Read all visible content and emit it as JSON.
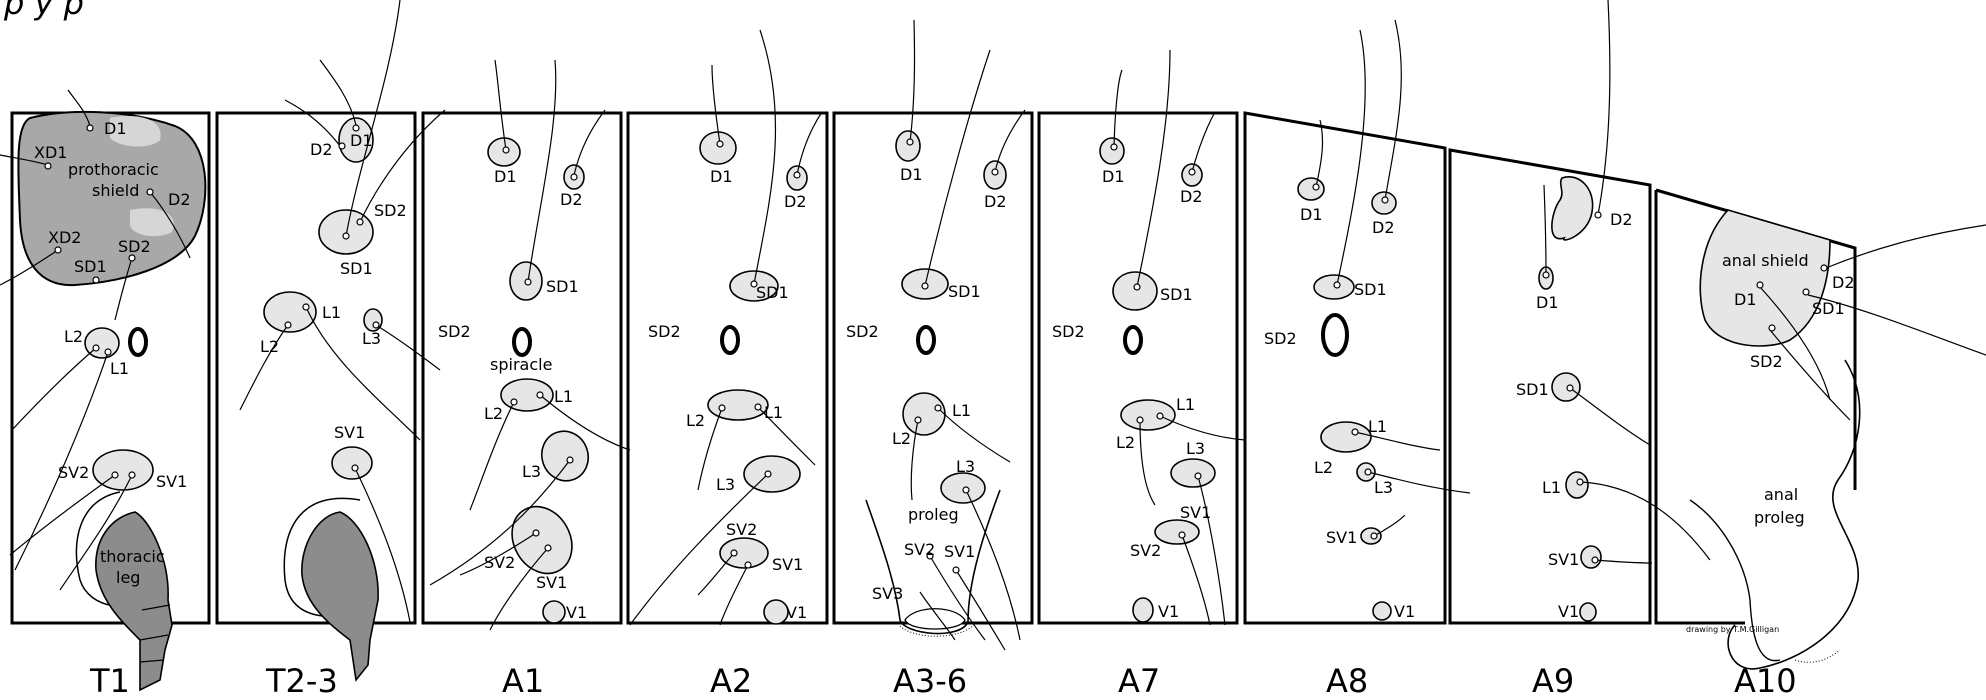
{
  "header_fragment": "p        y                         p",
  "segments": {
    "t1": "T1",
    "t23": "T2-3",
    "a1": "A1",
    "a2": "A2",
    "a36": "A3-6",
    "a7": "A7",
    "a8": "A8",
    "a9": "A9",
    "a10": "A10"
  },
  "labels": {
    "t1_d1": "D1",
    "t1_xd1": "XD1",
    "t1_shield": "prothoracic",
    "t1_shield2": "shield",
    "t1_d2": "D2",
    "t1_xd2": "XD2",
    "t1_sd2": "SD2",
    "t1_sd1": "SD1",
    "t1_l2": "L2",
    "t1_l1": "L1",
    "t1_sv2": "SV2",
    "t1_sv1": "SV1",
    "t1_leg1": "thoracic",
    "t1_leg2": "leg",
    "t23_d2": "D2",
    "t23_d1": "D1",
    "t23_sd2": "SD2",
    "t23_sd1": "SD1",
    "t23_l1": "L1",
    "t23_l2": "L2",
    "t23_l3": "L3",
    "t23_sv1": "SV1",
    "a1_d1": "D1",
    "a1_d2": "D2",
    "a1_sd1": "SD1",
    "a1_sd2": "SD2",
    "a1_spiracle": "spiracle",
    "a1_l1": "L1",
    "a1_l2": "L2",
    "a1_l3": "L3",
    "a1_sv2": "SV2",
    "a1_sv1": "SV1",
    "a1_v1": "V1",
    "a2_d1": "D1",
    "a2_d2": "D2",
    "a2_sd1": "SD1",
    "a2_sd2": "SD2",
    "a2_l2": "L2",
    "a2_l1": "L1",
    "a2_l3": "L3",
    "a2_sv2": "SV2",
    "a2_sv1": "SV1",
    "a2_v1": "V1",
    "a36_d1": "D1",
    "a36_d2": "D2",
    "a36_sd1": "SD1",
    "a36_sd2": "SD2",
    "a36_l1": "L1",
    "a36_l2": "L2",
    "a36_l3": "L3",
    "a36_proleg": "proleg",
    "a36_sv2": "SV2",
    "a36_sv1": "SV1",
    "a36_sv3": "SV3",
    "a7_d1": "D1",
    "a7_d2": "D2",
    "a7_sd1": "SD1",
    "a7_sd2": "SD2",
    "a7_l1": "L1",
    "a7_l2": "L2",
    "a7_l3": "L3",
    "a7_sv1": "SV1",
    "a7_sv2": "SV2",
    "a7_v1": "V1",
    "a8_d1": "D1",
    "a8_d2": "D2",
    "a8_sd1": "SD1",
    "a8_sd2": "SD2",
    "a8_l1": "L1",
    "a8_l2": "L2",
    "a8_l3": "L3",
    "a8_sv1": "SV1",
    "a8_v1": "V1",
    "a9_d2": "D2",
    "a9_d1": "D1",
    "a9_sd1": "SD1",
    "a9_l1": "L1",
    "a9_sv1": "SV1",
    "a9_v1": "V1",
    "a10_shield": "anal shield",
    "a10_d2": "D2",
    "a10_d1": "D1",
    "a10_sd1": "SD1",
    "a10_sd2": "SD2",
    "a10_proleg1": "anal",
    "a10_proleg2": "proleg"
  },
  "credit": "drawing by T.M.Gilligan"
}
